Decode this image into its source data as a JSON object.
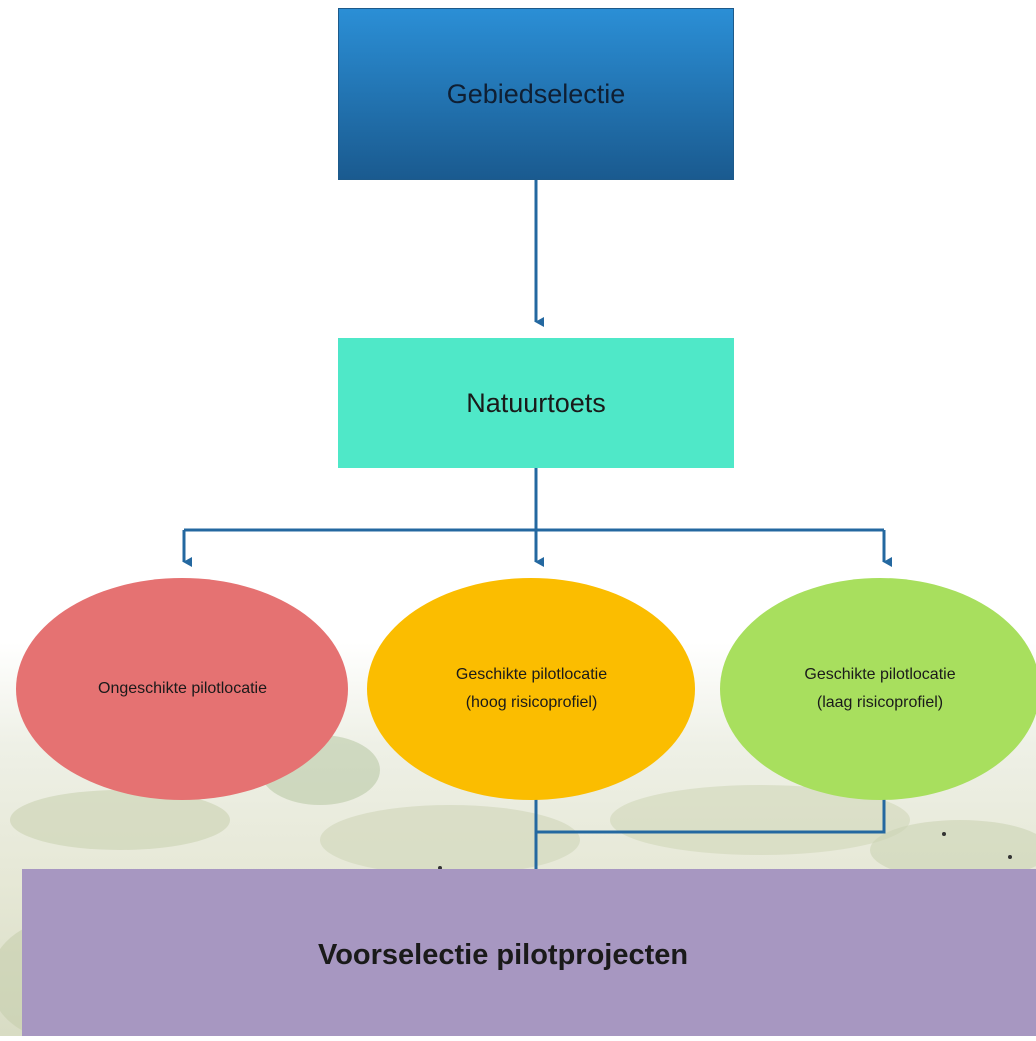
{
  "nodes": {
    "start": {
      "label": "Gebiedselectie"
    },
    "check": {
      "label": "Natuurtoets"
    },
    "unsuitable": {
      "label": "Ongeschikte pilotlocatie"
    },
    "suitable_high": {
      "line1": "Geschikte pilotlocatie",
      "line2": "(hoog risicoprofiel)"
    },
    "suitable_low": {
      "line1": "Geschikte pilotlocatie",
      "line2": "(laag risicoprofiel)"
    },
    "result": {
      "label": "Voorselectie pilotprojecten"
    }
  },
  "colors": {
    "start_top": "#2b8fd6",
    "start_bottom": "#1a5a8f",
    "check": "#4fe8c8",
    "unsuitable": "#e57272",
    "suitable_high": "#fbbd00",
    "suitable_low": "#a8df5e",
    "result": "#a797c1",
    "connector": "#2468a0"
  },
  "edges": [
    {
      "from": "start",
      "to": "check"
    },
    {
      "from": "check",
      "to": "unsuitable"
    },
    {
      "from": "check",
      "to": "suitable_high"
    },
    {
      "from": "check",
      "to": "suitable_low"
    },
    {
      "from": "suitable_high",
      "to": "result"
    },
    {
      "from": "suitable_low",
      "to": "result"
    }
  ],
  "background": {
    "description_icon": "dune-vegetation-photo"
  }
}
